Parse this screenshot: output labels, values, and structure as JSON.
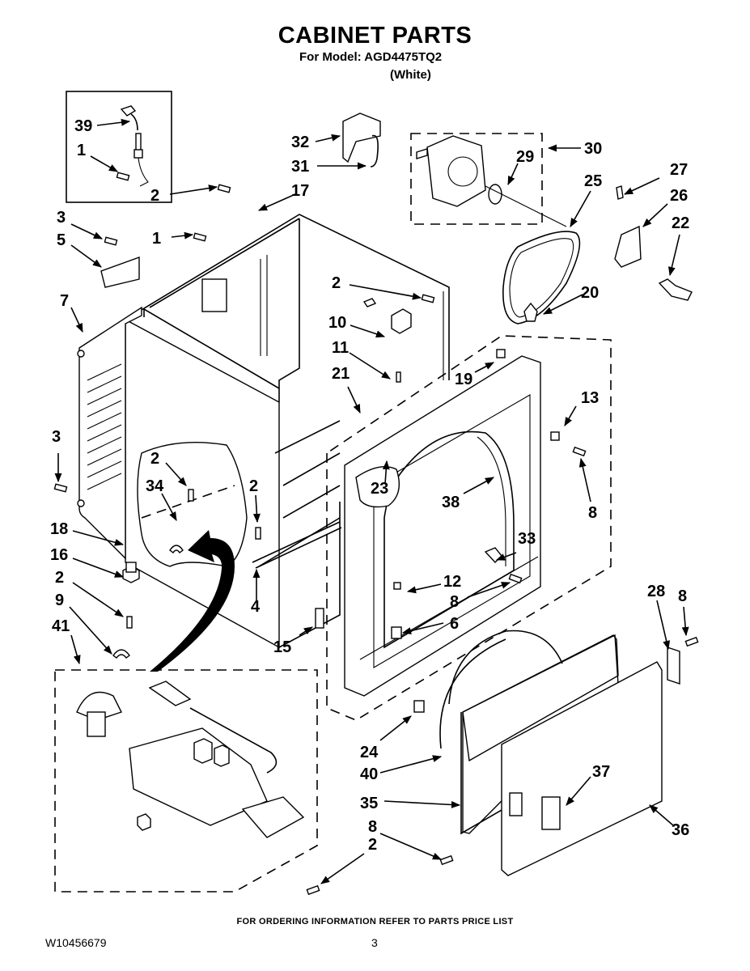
{
  "header": {
    "title": "CABINET PARTS",
    "model_line": "For Model: AGD4475TQ2",
    "color_variant": "(White)"
  },
  "footer": {
    "ordering_note": "FOR ORDERING INFORMATION REFER TO PARTS PRICE LIST",
    "document_number": "W10456679",
    "page_number": "3"
  },
  "callouts": [
    {
      "id": "c39",
      "label": "39"
    },
    {
      "id": "c1a",
      "label": "1"
    },
    {
      "id": "c32",
      "label": "32"
    },
    {
      "id": "c31",
      "label": "31"
    },
    {
      "id": "c29",
      "label": "29"
    },
    {
      "id": "c30",
      "label": "30"
    },
    {
      "id": "c27",
      "label": "27"
    },
    {
      "id": "c25",
      "label": "25"
    },
    {
      "id": "c26",
      "label": "26"
    },
    {
      "id": "c22",
      "label": "22"
    },
    {
      "id": "c3a",
      "label": "3"
    },
    {
      "id": "c2a",
      "label": "2"
    },
    {
      "id": "c17",
      "label": "17"
    },
    {
      "id": "c5",
      "label": "5"
    },
    {
      "id": "c1b",
      "label": "1"
    },
    {
      "id": "c7",
      "label": "7"
    },
    {
      "id": "c2b",
      "label": "2"
    },
    {
      "id": "c20",
      "label": "20"
    },
    {
      "id": "c10",
      "label": "10"
    },
    {
      "id": "c11",
      "label": "11"
    },
    {
      "id": "c19",
      "label": "19"
    },
    {
      "id": "c21",
      "label": "21"
    },
    {
      "id": "c13",
      "label": "13"
    },
    {
      "id": "c3b",
      "label": "3"
    },
    {
      "id": "c2c",
      "label": "2"
    },
    {
      "id": "c2d",
      "label": "2"
    },
    {
      "id": "c34",
      "label": "34"
    },
    {
      "id": "c23",
      "label": "23"
    },
    {
      "id": "c38",
      "label": "38"
    },
    {
      "id": "c8a",
      "label": "8"
    },
    {
      "id": "c18",
      "label": "18"
    },
    {
      "id": "c33",
      "label": "33"
    },
    {
      "id": "c16",
      "label": "16"
    },
    {
      "id": "c4",
      "label": "4"
    },
    {
      "id": "c12",
      "label": "12"
    },
    {
      "id": "c8b",
      "label": "8"
    },
    {
      "id": "c2e",
      "label": "2"
    },
    {
      "id": "c6",
      "label": "6"
    },
    {
      "id": "c15",
      "label": "15"
    },
    {
      "id": "c9",
      "label": "9"
    },
    {
      "id": "c28",
      "label": "28"
    },
    {
      "id": "c8c",
      "label": "8"
    },
    {
      "id": "c41",
      "label": "41"
    },
    {
      "id": "c24",
      "label": "24"
    },
    {
      "id": "c37",
      "label": "37"
    },
    {
      "id": "c40",
      "label": "40"
    },
    {
      "id": "c35",
      "label": "35"
    },
    {
      "id": "c36",
      "label": "36"
    },
    {
      "id": "c8d",
      "label": "8"
    },
    {
      "id": "c2f",
      "label": "2"
    }
  ]
}
